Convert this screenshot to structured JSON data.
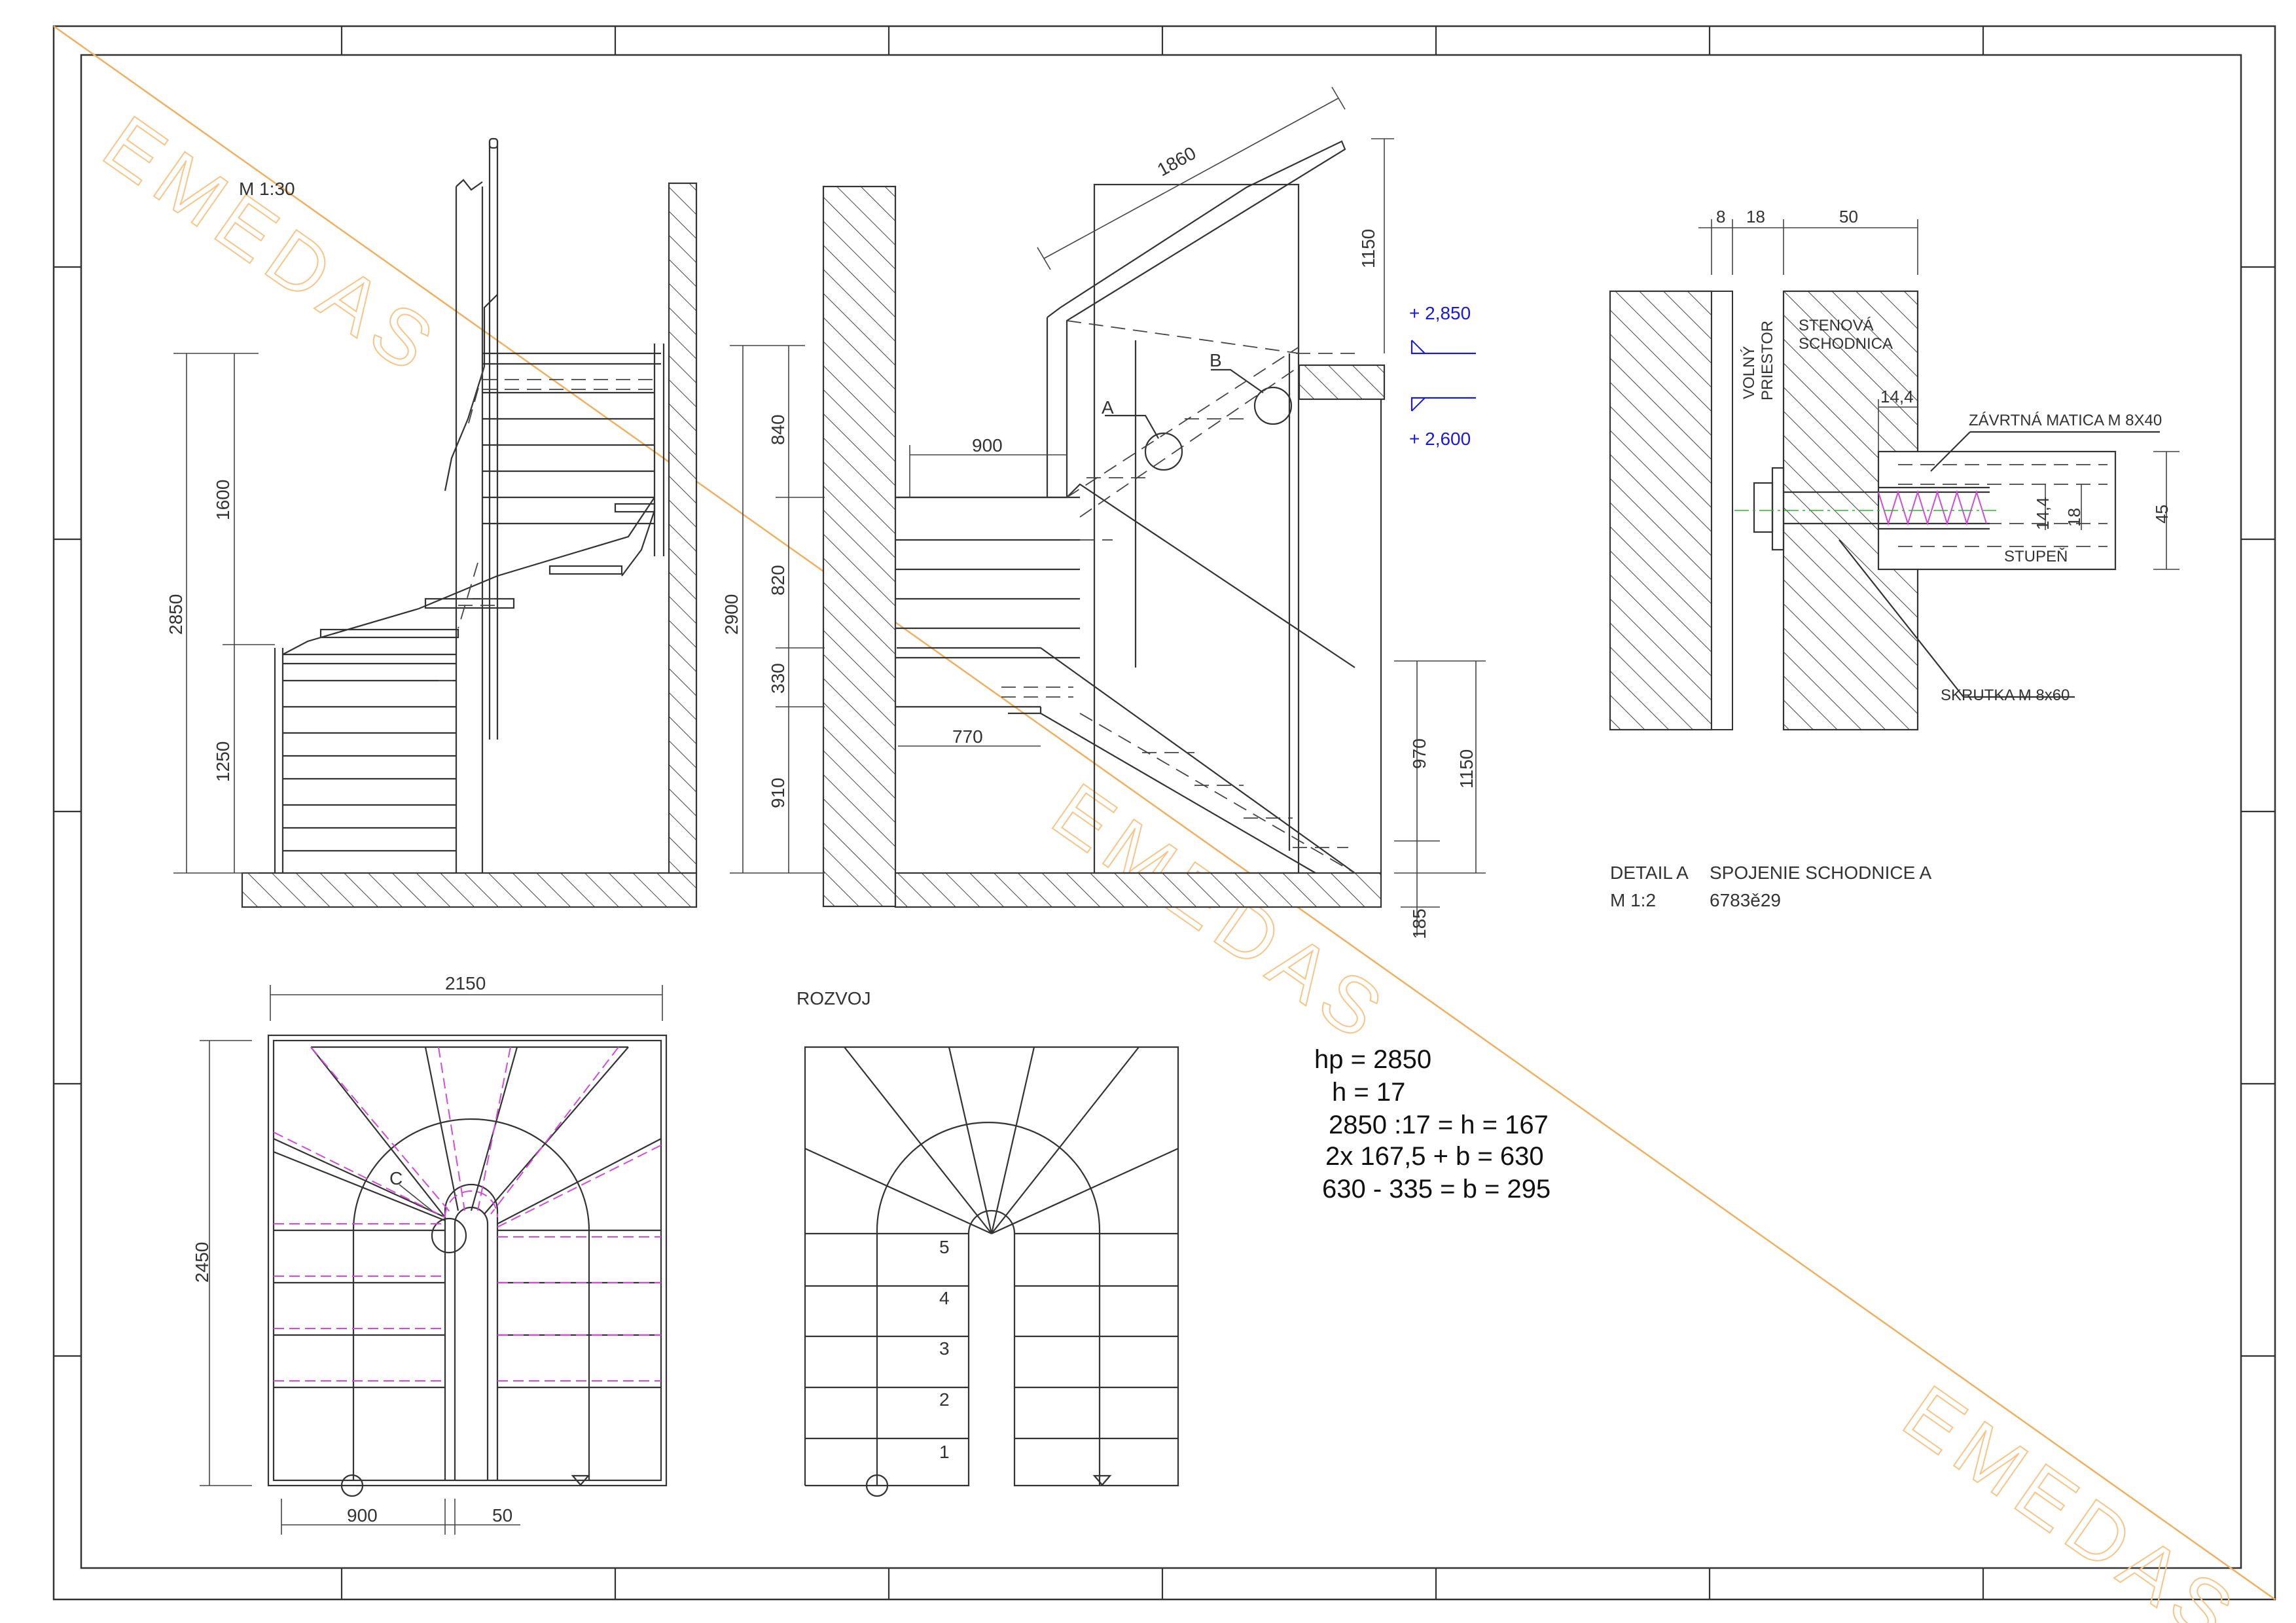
{
  "scale_main": "M 1:30",
  "dims": {
    "d1860": "1860",
    "d1150_top": "1150",
    "d900_mid": "900",
    "d770": "770",
    "d840": "840",
    "d820": "820",
    "d330": "330",
    "d910": "910",
    "d2900": "2900",
    "d2850": "2850",
    "d1600": "1600",
    "d1250": "1250",
    "d970": "970",
    "d1150_right": "1150",
    "d185": "185",
    "d2150": "2150",
    "d2450": "2450",
    "d900_bottom": "900",
    "d50_bottom": "50",
    "d8": "8",
    "d18": "18",
    "d50_detail": "50",
    "d14_4_top": "14,4",
    "d14_4_v": "14,4",
    "d18_v": "18",
    "d45": "45"
  },
  "levels": {
    "upper": "+ 2,850",
    "lower": "+ 2,600"
  },
  "markers": {
    "a": "A",
    "b": "B",
    "c": "C"
  },
  "detail": {
    "free_space_1": "VOLNÝ",
    "free_space_2": "PRIESTOR",
    "wall_stringer_1": "STENOVÁ",
    "wall_stringer_2": "SCHODNICA",
    "nut": "ZÁVRTNÁ MATICA M 8X40",
    "tread": "STUPEŇ",
    "screw": "SKRUTKA M 8x60",
    "title_left": "DETAIL A",
    "title_right": "SPOJENIE SCHODNICE A",
    "scale": "M 1:2",
    "code": "6783ě29"
  },
  "rozvoj": {
    "label": "ROZVOJ",
    "steps": [
      "5",
      "4",
      "3",
      "2",
      "1"
    ]
  },
  "calc": [
    "hp =  2850",
    "h =  17",
    "2850 :17 = h = 167",
    "2x 167,5 + b = 630",
    "630 - 335 = b = 295"
  ],
  "watermark": "EMEDAS",
  "colors": {
    "line": "#333333",
    "hidden_magenta": "#d24bd8",
    "level_blue": "#1a1ad6",
    "watermark": "#f0b060"
  }
}
